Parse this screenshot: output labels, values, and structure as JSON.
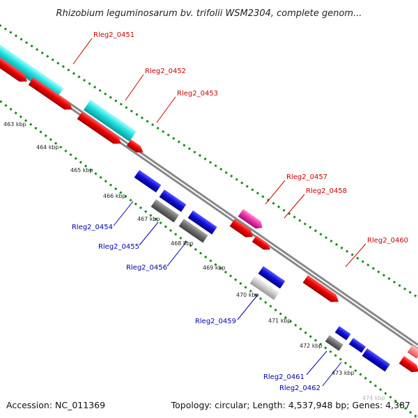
{
  "title": "Rhizobium leguminosarum bv. trifolii WSM2304, complete genom...",
  "footer": {
    "accession": "Accession: NC_011369",
    "summary": "Topology: circular; Length: 4,537,948 bp; Genes: 4,387"
  },
  "colors": {
    "forward_cds": "#ee0000",
    "reverse_cds": "#1010dd",
    "rRNA": "#22e0e0",
    "gene_pink": "#ee33aa",
    "dark_gray": "#707070",
    "light_gray": "#cccccc",
    "backbone": "#888888",
    "gc_dots": "#1a8a1a",
    "label_forward": "#cc0000",
    "label_reverse": "#0000aa"
  },
  "ticks": [
    {
      "label": "463 kbp"
    },
    {
      "label": "464 kbp"
    },
    {
      "label": "465 kbp"
    },
    {
      "label": "466 kbp"
    },
    {
      "label": "467 kbp"
    },
    {
      "label": "468 kbp"
    },
    {
      "label": "469 kbp"
    },
    {
      "label": "470 kbp"
    },
    {
      "label": "471 kbp"
    },
    {
      "label": "472 kbp"
    },
    {
      "label": "473 kbp"
    },
    {
      "label": "474 kbp"
    }
  ],
  "gene_labels": [
    {
      "name": "Rleg2_0451",
      "strand": "forward"
    },
    {
      "name": "Rleg2_0452",
      "strand": "forward"
    },
    {
      "name": "Rleg2_0453",
      "strand": "forward"
    },
    {
      "name": "Rleg2_0457",
      "strand": "forward"
    },
    {
      "name": "Rleg2_0458",
      "strand": "forward"
    },
    {
      "name": "Rleg2_0460",
      "strand": "forward"
    },
    {
      "name": "Rleg2_0454",
      "strand": "reverse"
    },
    {
      "name": "Rleg2_0455",
      "strand": "reverse"
    },
    {
      "name": "Rleg2_0456",
      "strand": "reverse"
    },
    {
      "name": "Rleg2_0459",
      "strand": "reverse"
    },
    {
      "name": "Rleg2_0461",
      "strand": "reverse"
    },
    {
      "name": "Rleg2_0462",
      "strand": "reverse"
    }
  ]
}
